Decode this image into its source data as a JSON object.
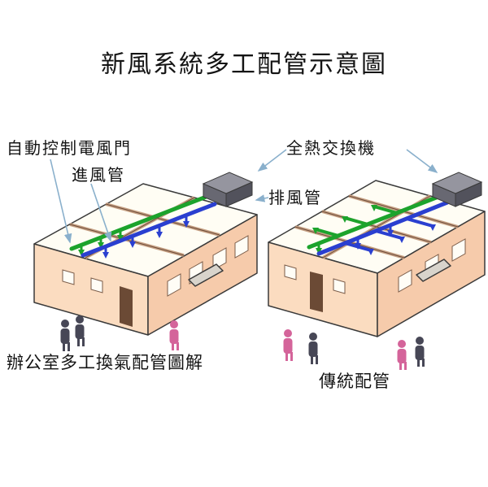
{
  "title": "新風系統多工配管示意圖",
  "labels": {
    "auto_damper": "自動控制電風門",
    "intake_duct": "進風管",
    "heat_exchanger": "全熱交換機",
    "exhaust_duct": "排風管"
  },
  "captions": {
    "left_building": "辦公室多工換氣配管圖解",
    "right_building": "傳統配管"
  },
  "colors": {
    "blue_duct": "#2a3fd0",
    "green_duct": "#1ca32c",
    "wall_peach": "#fbdcc0",
    "wall_peach_dark": "#f6cbab",
    "roof_white": "#fffdf4",
    "partition": "#c7a184",
    "partition_edge": "#6d4c3a",
    "unit_gray_top": "#95959f",
    "unit_gray_front": "#686872",
    "unit_gray_side": "#52525c",
    "annotation_arrow": "#8ab0cc",
    "figure_pink": "#d4649a",
    "figure_dark": "#474756",
    "door_brown": "#6b4a35",
    "awning_gray": "#d8d4cc"
  }
}
